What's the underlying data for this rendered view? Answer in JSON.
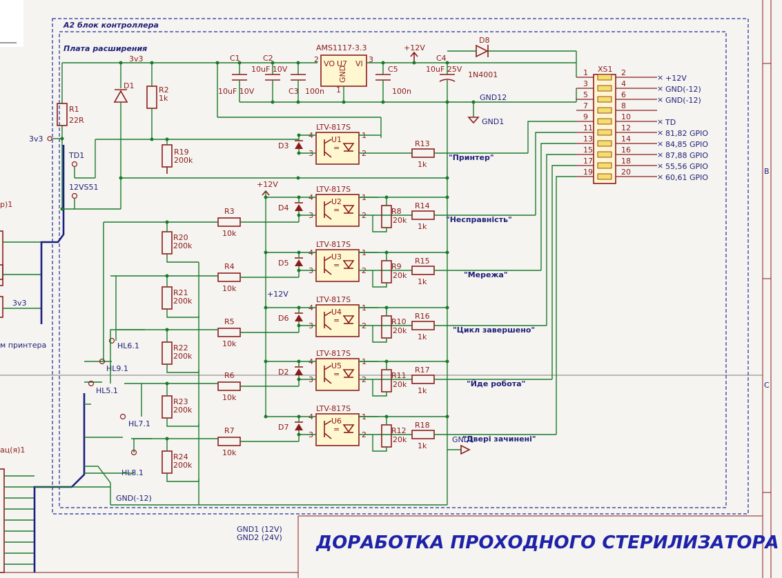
{
  "sheet": {
    "block_title": "A2 блок контроллера",
    "subblock_title": "Плата расширения",
    "title_block": "ДОРАБОТКА ПРОХОДНОГО СТЕРИЛИЗАТОРА",
    "gnd_notes": [
      "GND1 (12V)",
      "GND2 (24V)"
    ],
    "zone_letters": [
      "B",
      "C"
    ]
  },
  "left_partial_labels": [
    "р)1",
    "м принтера",
    "3v3",
    "ац(я)1"
  ],
  "nets": {
    "v3v3": "3v3",
    "v12": "+12V",
    "gnd12": "GND12",
    "gnd1": "GND1",
    "gnd_neg12": "GND(-12)",
    "v3v3_port": "3v3"
  },
  "regulator": {
    "ref": "U7",
    "value": "AMS1117-3.3",
    "pins": [
      "VO",
      "VI",
      "GND"
    ],
    "pin_numbers": [
      "2",
      "3",
      "1"
    ]
  },
  "components": {
    "C1": {
      "ref": "C1",
      "value": "10uF 10V"
    },
    "C2": {
      "ref": "C2",
      "value": "10uF 10V"
    },
    "C3": {
      "ref": "C3",
      "value": "100n"
    },
    "C4": {
      "ref": "C4",
      "value": "10uF 25V"
    },
    "C5": {
      "ref": "C5",
      "value": "100n"
    },
    "D1": {
      "ref": "D1"
    },
    "D8": {
      "ref": "D8",
      "value": "1N4001"
    },
    "R1": {
      "ref": "R1",
      "value": "22R"
    },
    "R2": {
      "ref": "R2",
      "value": "1k"
    },
    "R19": {
      "ref": "R19",
      "value": "200k"
    },
    "TD1": {
      "ref": "TD1"
    },
    "S1": {
      "ref": "12VS51"
    }
  },
  "opto": [
    {
      "ref": "U1",
      "value": "LTV-817S",
      "diode": "D3",
      "rin": "",
      "rin_val": "",
      "rpd": "",
      "rpd_val": "",
      "rout": "R13",
      "rout_val": "1k",
      "signal": "\"Принтер\""
    },
    {
      "ref": "U2",
      "value": "LTV-817S",
      "diode": "D4",
      "rin": "R3",
      "rin_val": "10k",
      "rpd": "R8",
      "rpd_val": "20k",
      "rout": "R14",
      "rout_val": "1k",
      "signal": "\"Несправність\""
    },
    {
      "ref": "U3",
      "value": "LTV-817S",
      "diode": "D5",
      "rin": "R4",
      "rin_val": "10k",
      "rpd": "R9",
      "rpd_val": "20k",
      "rout": "R15",
      "rout_val": "1k",
      "signal": "\"Мережа\""
    },
    {
      "ref": "U4",
      "value": "LTV-817S",
      "diode": "D6",
      "rin": "R5",
      "rin_val": "10k",
      "rpd": "R10",
      "rpd_val": "20k",
      "rout": "R16",
      "rout_val": "1k",
      "signal": "\"Цикл завершено\""
    },
    {
      "ref": "U5",
      "value": "LTV-817S",
      "diode": "D2",
      "rin": "R6",
      "rin_val": "10k",
      "rpd": "R11",
      "rpd_val": "20k",
      "rout": "R17",
      "rout_val": "1k",
      "signal": "\"Йде робота\""
    },
    {
      "ref": "U6",
      "value": "LTV-817S",
      "diode": "D7",
      "rin": "R7",
      "rin_val": "10k",
      "rpd": "R12",
      "rpd_val": "20k",
      "rout": "R18",
      "rout_val": "1k",
      "signal": "\"Двері зачинені\""
    }
  ],
  "pulldowns": [
    {
      "ref": "R20",
      "value": "200k"
    },
    {
      "ref": "R21",
      "value": "200k"
    },
    {
      "ref": "R22",
      "value": "200k"
    },
    {
      "ref": "R23",
      "value": "200k"
    },
    {
      "ref": "R24",
      "value": "200k"
    }
  ],
  "testpoints": [
    "HL6.1",
    "HL9.1",
    "HL5.1",
    "HL7.1",
    "HL8.1"
  ],
  "connector": {
    "ref": "XS1",
    "left_pins": [
      "1",
      "3",
      "5",
      "7",
      "9",
      "11",
      "13",
      "15",
      "17",
      "19"
    ],
    "right_pins": [
      "2",
      "4",
      "6",
      "8",
      "10",
      "12",
      "14",
      "16",
      "18",
      "20"
    ],
    "right_labels": [
      "+12V",
      "GND(-12)",
      "GND(-12)",
      "",
      "TD",
      "81,82 GPIO",
      "84,85 GPIO",
      "87,88 GPIO",
      "55,56 GPIO",
      "60,61 GPIO"
    ]
  }
}
